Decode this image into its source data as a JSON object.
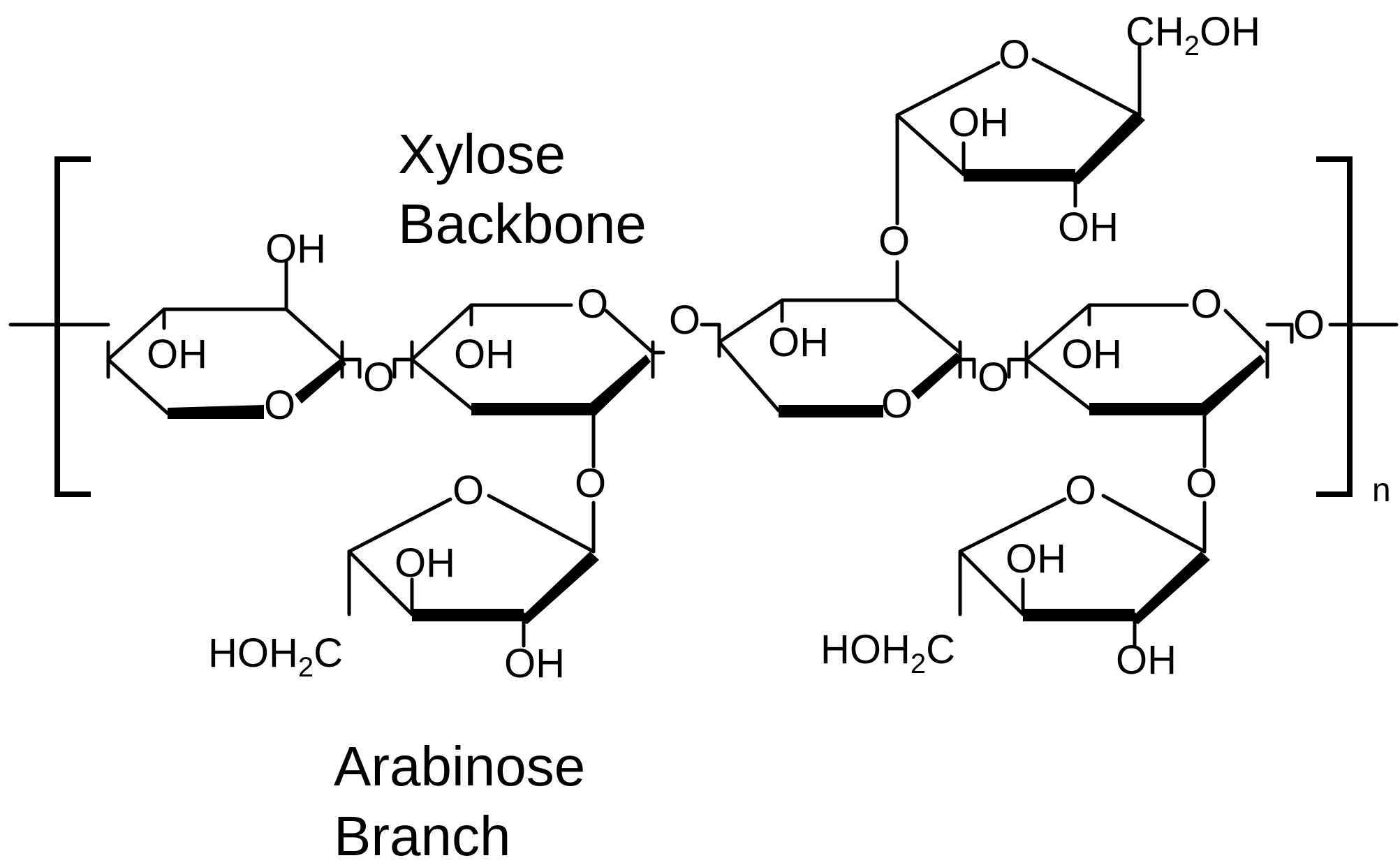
{
  "labels": {
    "xylose_backbone": [
      "Xylose",
      "Backbone"
    ],
    "arabinose_branch": [
      "Arabinose",
      "Branch"
    ],
    "repeat_subscript": "n",
    "oxygen": "O",
    "hydroxyl": "OH",
    "ch2oh": {
      "main": "CH",
      "sub": "2",
      "tail": "OH"
    },
    "hoh2c": {
      "main": "HOH",
      "sub": "2",
      "tail": "C"
    }
  },
  "colors": {
    "ink": "#000000",
    "background": "#ffffff"
  }
}
